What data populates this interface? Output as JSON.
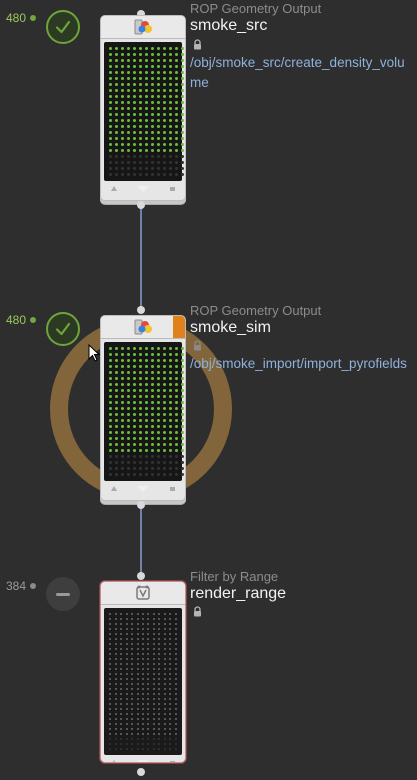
{
  "nodes": [
    {
      "type_label": "ROP Geometry Output",
      "name": "smoke_src",
      "path": "/obj/smoke_src/create_density_volume",
      "cook_count": "480",
      "status": "cooked"
    },
    {
      "type_label": "ROP Geometry Output",
      "name": "smoke_sim",
      "path": "/obj/smoke_import/import_pyrofields",
      "cook_count": "480",
      "status": "cooked"
    },
    {
      "type_label": "Filter by Range",
      "name": "render_range",
      "path": "",
      "cook_count": "384",
      "status": "idle"
    }
  ],
  "colors": {
    "background": "#2e2e2e",
    "wire": "#6f82a8",
    "cooked_green": "#6ea53a",
    "path_blue": "#8fb1dc",
    "selection_ring": "#8a6a3d",
    "flag_orange": "#e0821b"
  },
  "icons": {
    "rop_geometry": "rop-geometry-icon",
    "filter_range": "filter-range-icon",
    "lock": "lock-icon",
    "check": "check-icon"
  }
}
